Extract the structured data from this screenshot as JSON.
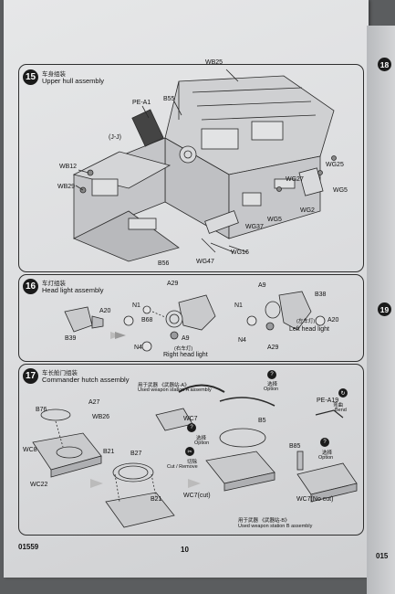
{
  "steps": {
    "s15": {
      "number": "15",
      "cn": "车身组装",
      "en": "Upper hull assembly"
    },
    "s16": {
      "number": "16",
      "cn": "车灯组装",
      "en": "Head light assembly"
    },
    "s17": {
      "number": "17",
      "cn": "车长舱门组装",
      "en": "Commander hutch assembly"
    }
  },
  "labels15": [
    "WB25",
    "PE-A1",
    "B55",
    "(J-J)",
    "WB12",
    "WB29",
    "WG25",
    "WG27",
    "WG5",
    "WG2",
    "WG5",
    "WG37",
    "WG16",
    "WG47",
    "B56"
  ],
  "labels16": [
    "A29",
    "N1",
    "A20",
    "B68",
    "B39",
    "A9",
    "N4",
    "(右车灯)",
    "Right head light",
    "A9",
    "B38",
    "N1",
    "(左车灯)",
    "A20",
    "N4",
    "A29",
    "Left head light"
  ],
  "labels17": {
    "a27": "A27",
    "wb26": "WB26",
    "b76": "B76",
    "wc8": "WC8",
    "wc22": "WC22",
    "b21a": "B21",
    "b27": "B27",
    "b21b": "B21",
    "station_a_cn": "用于武器 《武器站-A》",
    "station_a_en": "Used weapon station A assembly",
    "wc7": "WC7",
    "cut_cn": "切除",
    "cut_en": "Cut / Remove",
    "opt1_cn": "选择",
    "opt1_en": "Option",
    "b5": "B5",
    "wc7cut": "WC7(cut)",
    "opt2_cn": "选择",
    "opt2_en": "Option",
    "pe_a19": "PE-A19",
    "bend_cn": "弯曲",
    "bend_en": "Bend",
    "b85": "B85",
    "opt3_cn": "选择",
    "opt3_en": "Option",
    "wc7nocut": "WC7(No cut)",
    "station_b_cn": "用于武器 《武器站-B》",
    "station_b_en": "Used weapon station B assembly"
  },
  "footer": {
    "code": "01559",
    "page": "10",
    "next_code": "015"
  },
  "next_tabs": [
    "18",
    "19"
  ]
}
